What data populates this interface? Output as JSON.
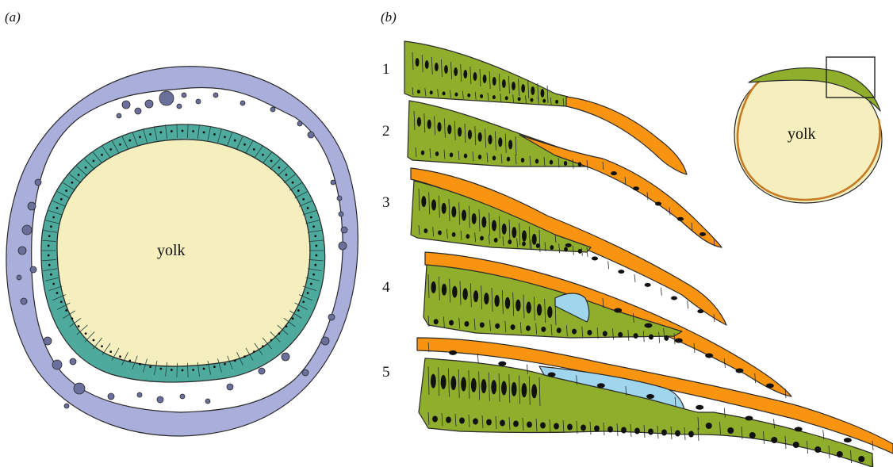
{
  "panels": {
    "a": {
      "label": "(a)",
      "yolk_label": "yolk"
    },
    "b": {
      "label": "(b)",
      "stages": [
        "1",
        "2",
        "3",
        "4",
        "5"
      ],
      "inset_yolk_label": "yolk"
    }
  },
  "colors": {
    "outer_layer": "#a9aedb",
    "outer_vesicle": "#6a6f9c",
    "epithelium": "#4daa9d",
    "yolk": "#f5efbd",
    "green_cells": "#8fae2c",
    "orange_cells": "#f8940f",
    "blue_cells": "#9fd6ee",
    "nucleus": "#111111"
  }
}
